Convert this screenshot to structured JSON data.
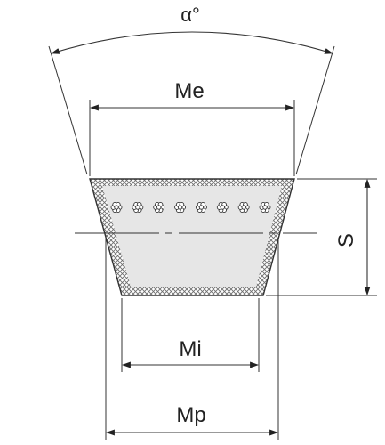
{
  "labels": {
    "angle": "α°",
    "top_width": "Me",
    "inner_width": "Mi",
    "pitch_width": "Mp",
    "height": "S"
  },
  "belt": {
    "cord_count": 8,
    "cord_icon": "flower-cord-icon"
  },
  "colors": {
    "line": "#222222",
    "belt_fill": "#e6e6e6",
    "hatch": "#777777",
    "background": "#ffffff"
  }
}
